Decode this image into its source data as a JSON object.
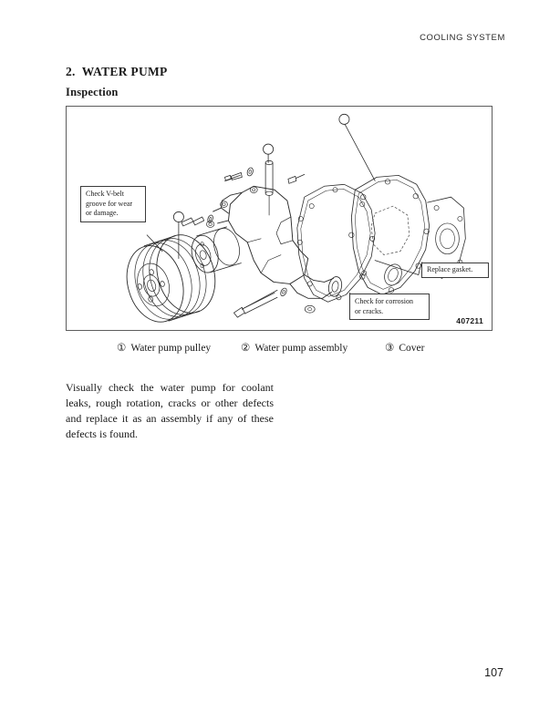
{
  "header": {
    "running_head": "COOLING SYSTEM"
  },
  "section": {
    "number": "2.",
    "title": "WATER PUMP",
    "subsection": "Inspection"
  },
  "figure": {
    "code": "407211",
    "callouts": [
      {
        "id": "vbelt",
        "lines": [
          "Check V-belt",
          "groove for wear",
          "or damage."
        ]
      },
      {
        "id": "gasket",
        "lines": [
          "Replace gasket."
        ]
      },
      {
        "id": "corrosion",
        "lines": [
          "Check for corrosion",
          "or cracks."
        ]
      }
    ],
    "balloons": [
      {
        "marker": "①",
        "target": "water pump pulley"
      },
      {
        "marker": "②",
        "target": "water pump assembly"
      },
      {
        "marker": "③",
        "target": "cover"
      }
    ],
    "parts_drawn": [
      "v-belt pulley",
      "water pump housing",
      "water pump body gasket",
      "cover plate",
      "hex bolts",
      "washers",
      "dowel pin"
    ]
  },
  "legend": [
    {
      "marker": "①",
      "label": "Water pump pulley"
    },
    {
      "marker": "②",
      "label": "Water pump assembly"
    },
    {
      "marker": "③",
      "label": "Cover"
    }
  ],
  "body": {
    "lines": [
      "Visually check the water pump for coolant",
      "leaks, rough rotation, cracks or other defects",
      "and replace it as an assembly if any of these",
      "defects is found."
    ]
  },
  "footer": {
    "page_number": "107"
  }
}
